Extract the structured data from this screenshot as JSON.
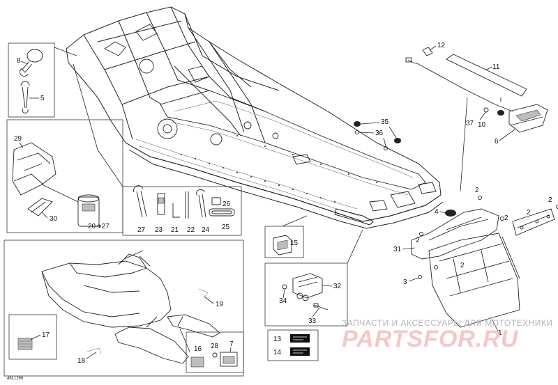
{
  "diagram": {
    "drawing_code": "46L1266",
    "callouts": {
      "c1": "1",
      "c2a": "2",
      "c2b": "2",
      "c2c": "2",
      "c2d": "2",
      "c2e": "2",
      "c2f": "2",
      "c3": "3",
      "c4": "4",
      "c5": "5",
      "c6": "6",
      "c7": "7",
      "c8": "8",
      "c10": "10",
      "c11": "11",
      "c12": "12",
      "c13": "13",
      "c14": "14",
      "c15": "15",
      "c16": "16",
      "c17": "17",
      "c18": "18",
      "c19": "19",
      "c20": "20➔27",
      "c21": "21",
      "c22": "22",
      "c23": "23",
      "c24": "24",
      "c25": "25",
      "c26": "26",
      "c27": "27",
      "c28": "28",
      "c29": "29",
      "c30": "30",
      "c31": "31",
      "c32": "32",
      "c33": "33",
      "c34": "34",
      "c35": "35",
      "c36": "36",
      "c37": "37"
    }
  },
  "watermark": {
    "tagline": "ЗАПЧАСТИ И АКСЕССУАРЫ ДЛЯ МОТОТЕХНИКИ",
    "logo": "PARTSFOR.RU"
  }
}
